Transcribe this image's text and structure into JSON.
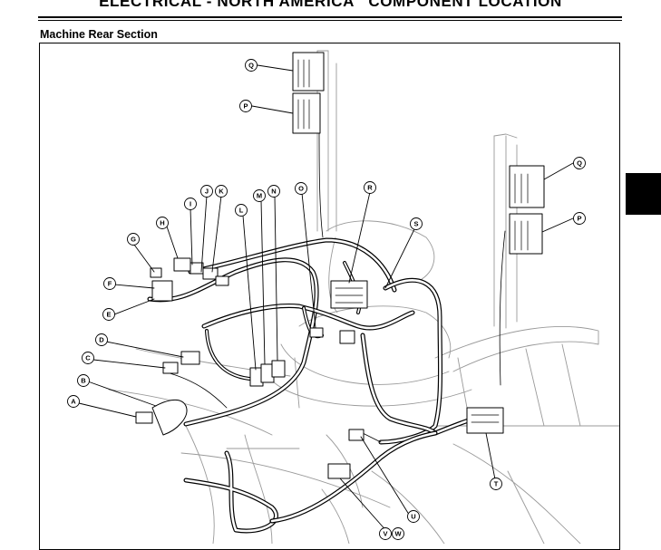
{
  "header": {
    "title": "ELECTRICAL - NORTH AMERICA   COMPONENT LOCATION"
  },
  "section": {
    "title": "Machine Rear Section"
  },
  "callouts": {
    "A": "A",
    "B": "B",
    "C": "C",
    "D": "D",
    "E": "E",
    "F": "F",
    "G": "G",
    "H": "H",
    "I": "I",
    "J": "J",
    "K": "K",
    "L": "L",
    "M": "M",
    "N": "N",
    "O": "O",
    "P": "P",
    "Q": "Q",
    "R": "R",
    "S": "S",
    "T": "T",
    "U": "U",
    "V": "V",
    "W": "W",
    "P2": "P",
    "Q2": "Q"
  }
}
